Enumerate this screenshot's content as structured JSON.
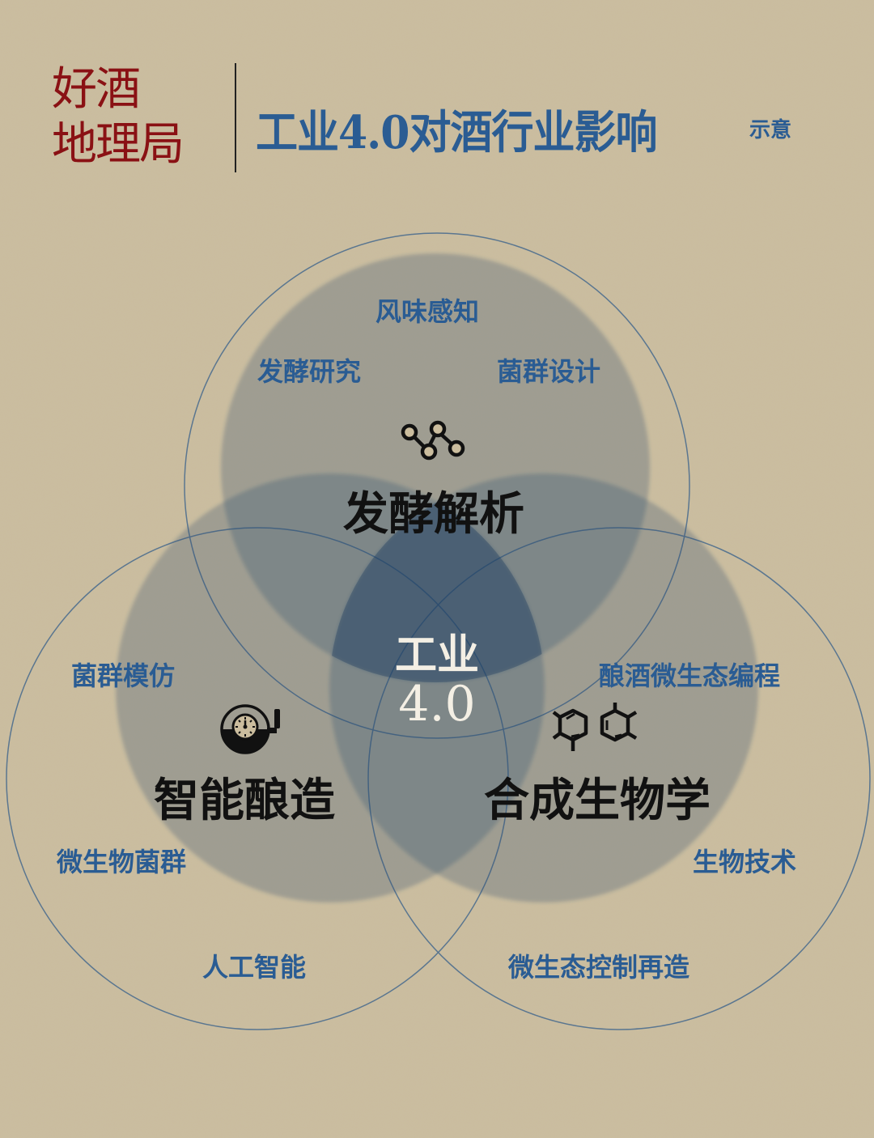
{
  "header": {
    "brand_line1": "好酒",
    "brand_line2": "地理局",
    "title": "工业4.0对酒行业影响",
    "subtitle": "示意"
  },
  "colors": {
    "background": "#cbbd9e",
    "brand_red": "#8a1114",
    "accent_blue": "#2a5c93",
    "circle_fill": "#244a6e",
    "center_dark": "#1c3d62",
    "main_text": "#111111"
  },
  "diagram": {
    "center": {
      "line1": "工业",
      "line2": "4.0"
    },
    "circles": [
      {
        "name": "发酵解析",
        "icon": "network-nodes-icon",
        "keywords": [
          "风味感知",
          "发酵研究",
          "菌群设计"
        ]
      },
      {
        "name": "智能酿造",
        "icon": "brewing-tank-gauge-icon",
        "keywords": [
          "菌群模仿",
          "微生物菌群",
          "人工智能"
        ]
      },
      {
        "name": "合成生物学",
        "icon": "benzene-molecule-icon",
        "keywords": [
          "酿酒微生态编程",
          "生物技术",
          "微生态控制再造"
        ]
      }
    ]
  }
}
